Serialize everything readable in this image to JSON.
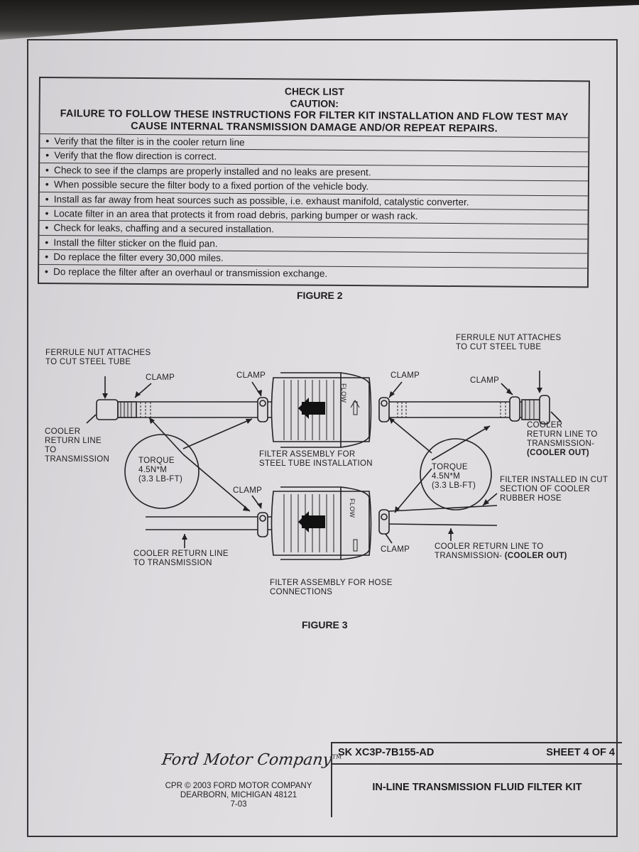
{
  "checklist": {
    "title": "CHECK LIST",
    "caution": "CAUTION:",
    "warning_line1": "FAILURE TO FOLLOW THESE INSTRUCTIONS FOR FILTER KIT INSTALLATION AND FLOW TEST MAY",
    "warning_line2": "CAUSE INTERNAL TRANSMISSION DAMAGE AND/OR REPEAT REPAIRS.",
    "items": [
      "Verify that the filter is in the cooler return line",
      "Verify that the flow direction is correct.",
      "Check to see if the clamps are properly installed and no leaks are present.",
      "When possible secure the filter body to a fixed portion of the vehicle body.",
      "Install as far away from heat sources such as possible, i.e. exhaust manifold, catalystic converter.",
      "Locate filter in an area that protects it from road debris, parking bumper or wash rack.",
      "Check for leaks, chaffing and a secured installation.",
      "Install the filter sticker on the fluid pan.",
      "Do replace the filter every 30,000 miles.",
      "Do replace the filter after an overhaul or transmission exchange."
    ]
  },
  "figures": {
    "figure2": "FIGURE 2",
    "figure3": "FIGURE 3"
  },
  "diagram": {
    "ferrule_left_1": "FERRULE NUT ATTACHES",
    "ferrule_left_2": "TO CUT STEEL TUBE",
    "ferrule_right_1": "FERRULE NUT ATTACHES",
    "ferrule_right_2": "TO CUT STEEL TUBE",
    "clamp": "CLAMP",
    "cooler_left_1": "COOLER",
    "cooler_left_2": "RETURN LINE",
    "cooler_left_3": "TO",
    "cooler_left_4": "TRANSMISSION",
    "cooler_right_1": "COOLER",
    "cooler_right_2": "RETURN LINE TO",
    "cooler_right_3": "TRANSMISSION-",
    "cooler_right_4": "(COOLER OUT)",
    "torque_1": "TORQUE",
    "torque_2": "4.5N*M",
    "torque_3": "(3.3 LB-FT)",
    "steel_1": "FILTER ASSEMBLY FOR",
    "steel_2": "STEEL TUBE INSTALLATION",
    "hose_cut_1": "FILTER INSTALLED IN CUT",
    "hose_cut_2": "SECTION OF COOLER",
    "hose_cut_3": "RUBBER HOSE",
    "bottom_left_1": "COOLER RETURN LINE",
    "bottom_left_2": "TO TRANSMISSION",
    "bottom_right_1": "COOLER RETURN LINE TO",
    "bottom_right_2a": "TRANSMISSION- ",
    "bottom_right_2b": "(COOLER OUT)",
    "hose_1": "FILTER ASSEMBLY FOR HOSE",
    "hose_2": "CONNECTIONS",
    "flow": "FLOW"
  },
  "footer": {
    "logo": "Ford Motor Company",
    "tm": "TM",
    "cpr_line1": "CPR  © 2003 FORD MOTOR COMPANY",
    "cpr_line2": "DEARBORN, MICHIGAN 48121",
    "cpr_line3": "7-03",
    "part_number": "SK XC3P-7B155-AD",
    "sheet": "SHEET 4 OF 4",
    "title": "IN-LINE TRANSMISSION FLUID FILTER KIT"
  }
}
